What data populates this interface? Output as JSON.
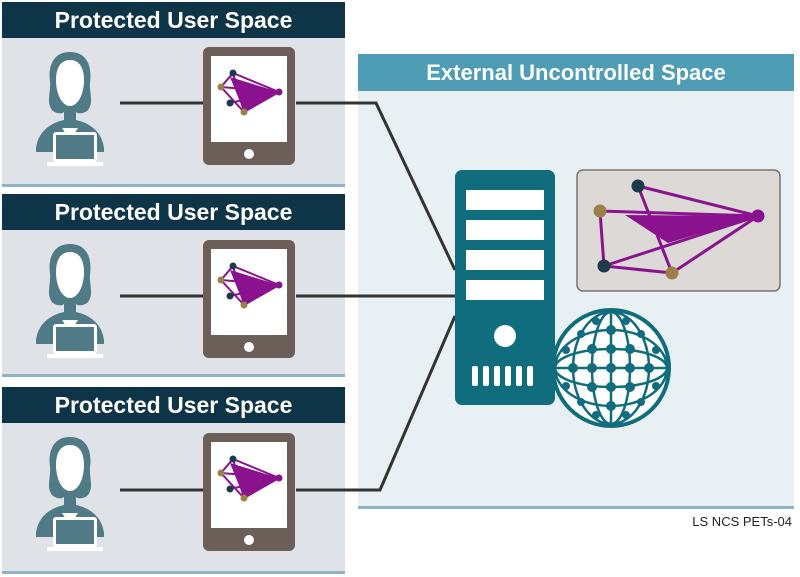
{
  "panels": [
    {
      "title": "Protected User Space"
    },
    {
      "title": "Protected User Space"
    },
    {
      "title": "Protected User Space"
    }
  ],
  "external": {
    "title": "External Uncontrolled Space"
  },
  "footer": {
    "label": "LS NCS PETs-04"
  },
  "colors": {
    "panel_title_bg": "#0e3547",
    "external_title_bg": "#4e9db4",
    "person": "#4f7a86",
    "tablet": "#6b5f57",
    "server": "#0f6d7d",
    "purple": "#8a128e",
    "navy_node": "#1c3a4b",
    "gold_node": "#9c8047"
  },
  "icons": [
    "user-icon",
    "laptop-icon",
    "tablet-icon",
    "network-graph-icon",
    "server-icon",
    "globe-icon"
  ]
}
